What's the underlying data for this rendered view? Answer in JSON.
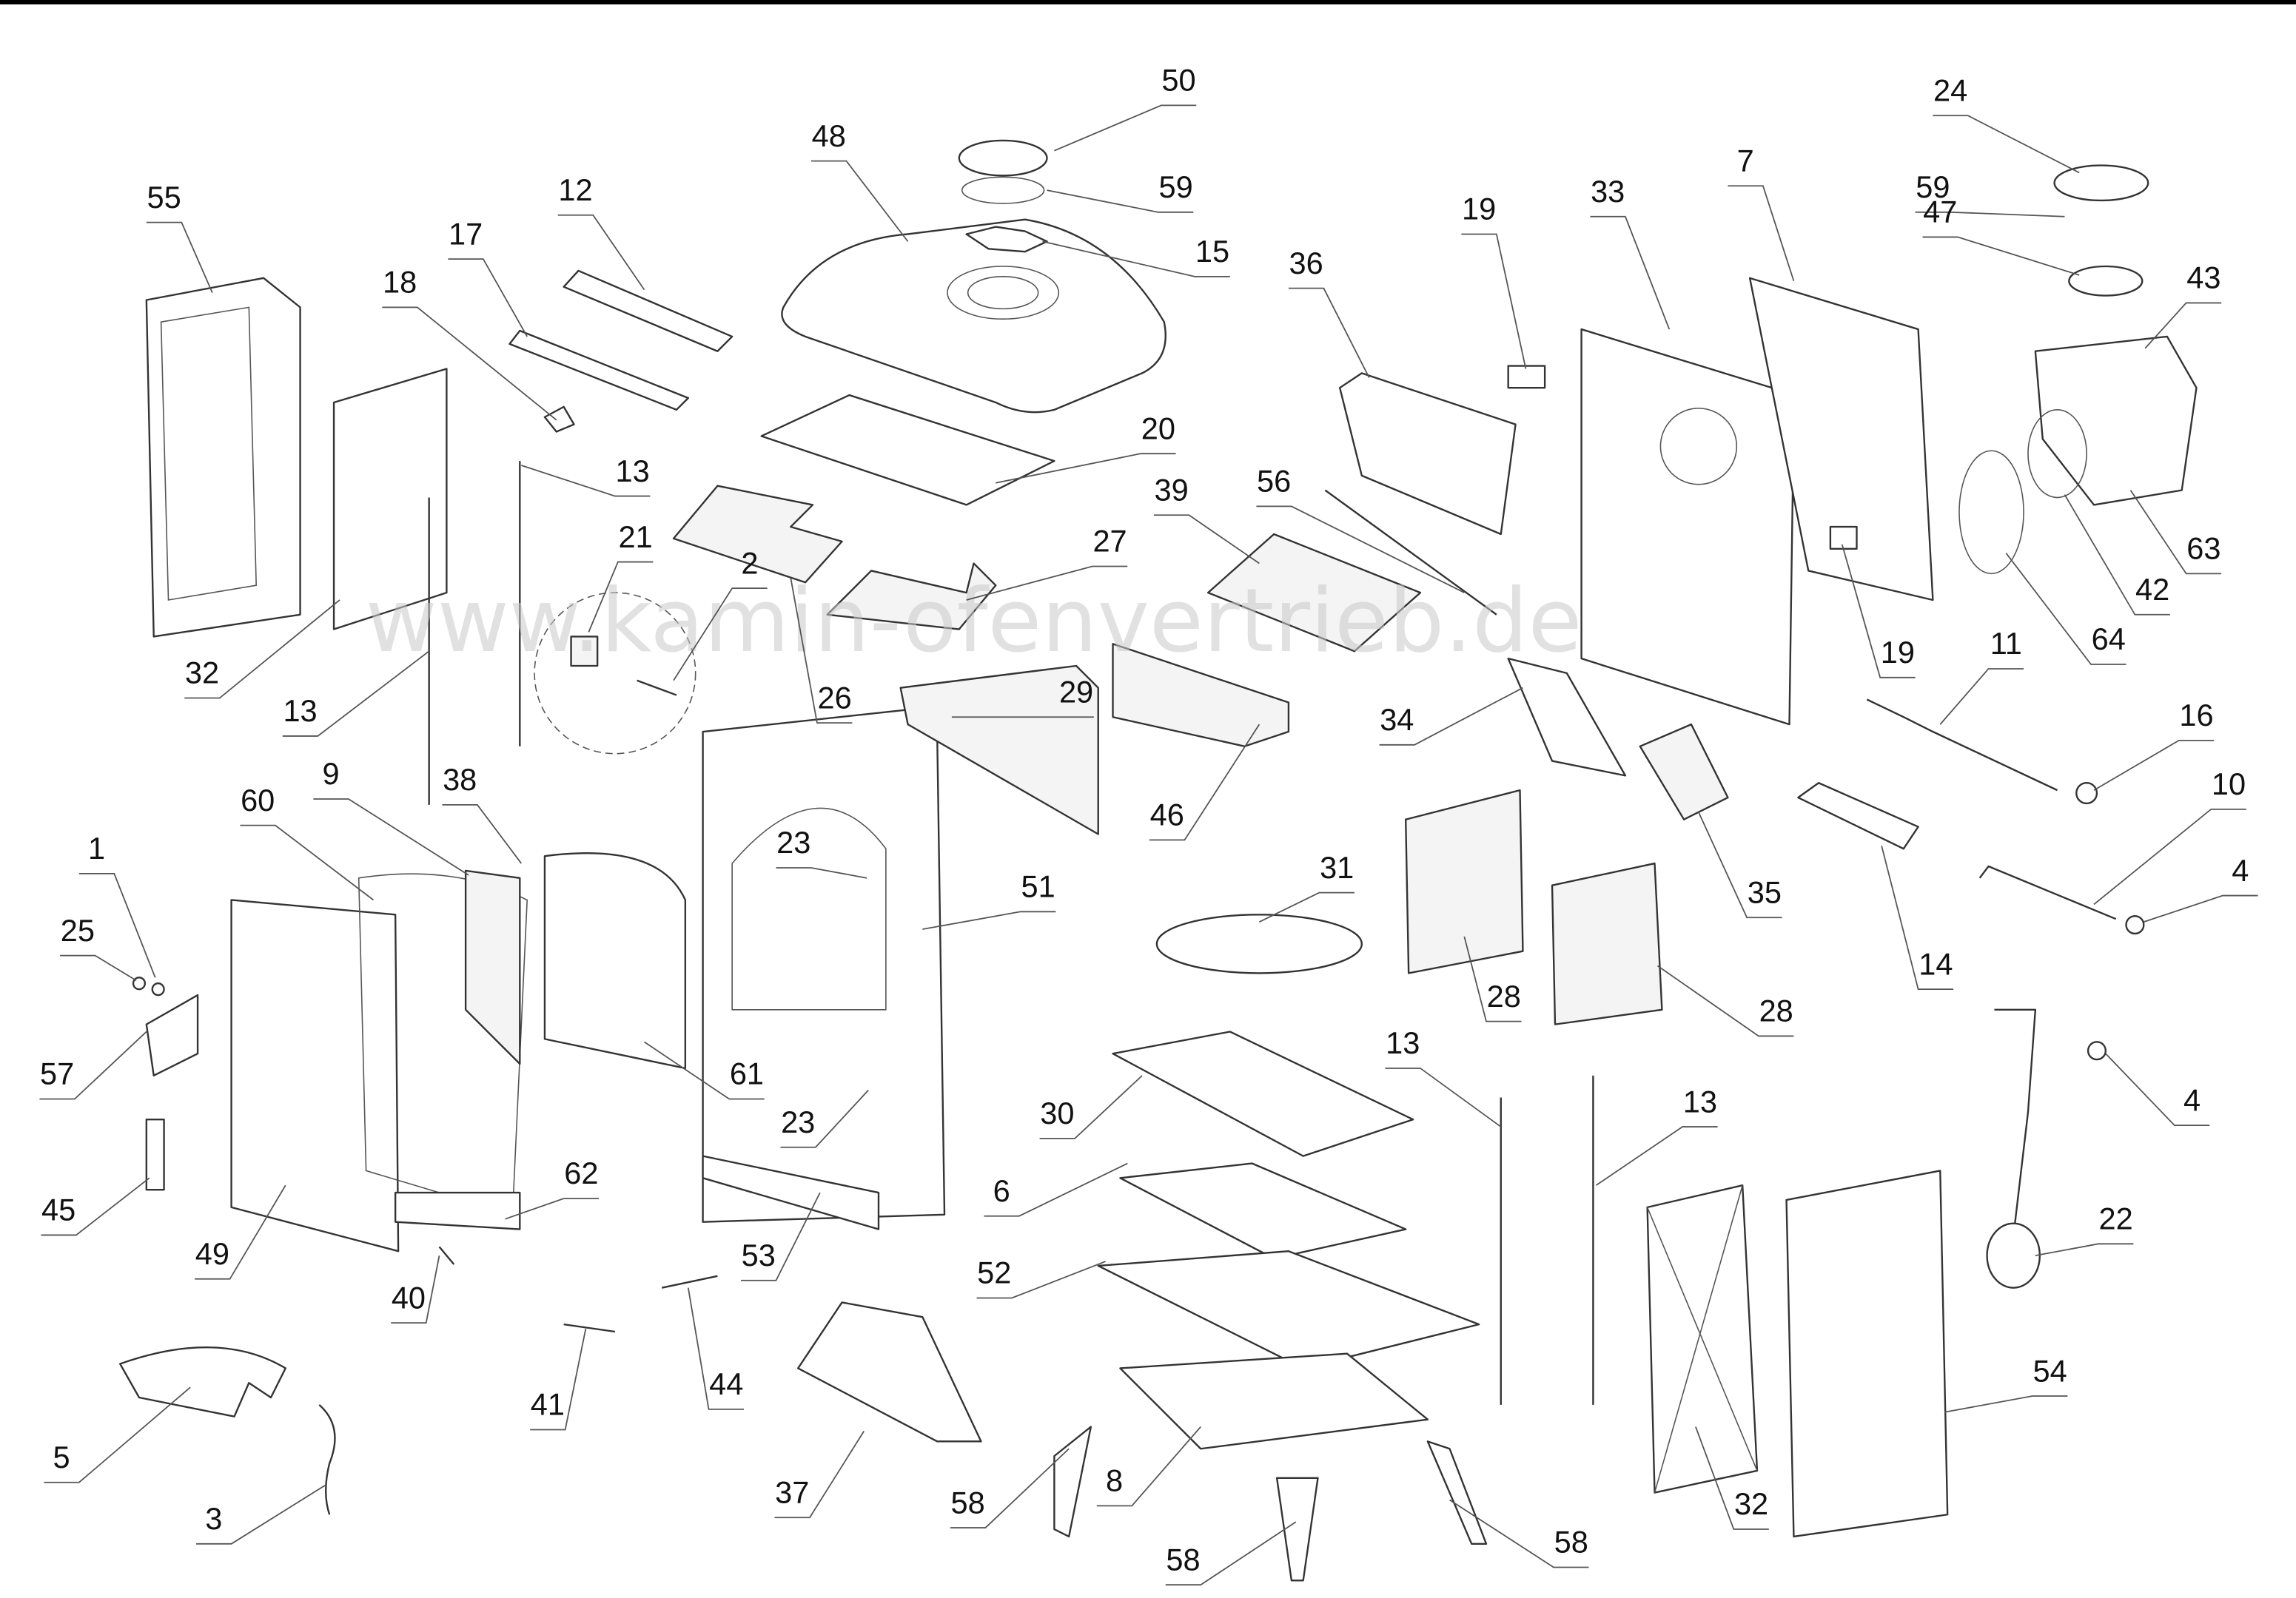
{
  "diagram": {
    "watermark": "www.kamin-ofenvertrieb.de",
    "callouts": [
      "50",
      "59",
      "15",
      "48",
      "24",
      "59",
      "47",
      "43",
      "55",
      "12",
      "17",
      "18",
      "36",
      "19",
      "33",
      "7",
      "20",
      "13",
      "56",
      "39",
      "21",
      "27",
      "63",
      "42",
      "64",
      "32",
      "13",
      "26",
      "2",
      "29",
      "19",
      "11",
      "16",
      "34",
      "46",
      "35",
      "10",
      "4",
      "60",
      "9",
      "38",
      "1",
      "25",
      "23",
      "51",
      "31",
      "28",
      "28",
      "14",
      "57",
      "61",
      "30",
      "13",
      "13",
      "4",
      "23",
      "6",
      "62",
      "45",
      "22",
      "52",
      "49",
      "40",
      "53",
      "54",
      "41",
      "44",
      "5",
      "3",
      "37",
      "58",
      "8",
      "32",
      "58",
      "58"
    ],
    "colors": {
      "line": "#333333",
      "watermark": "#c8c8c8",
      "top_bar": "#000000"
    }
  }
}
